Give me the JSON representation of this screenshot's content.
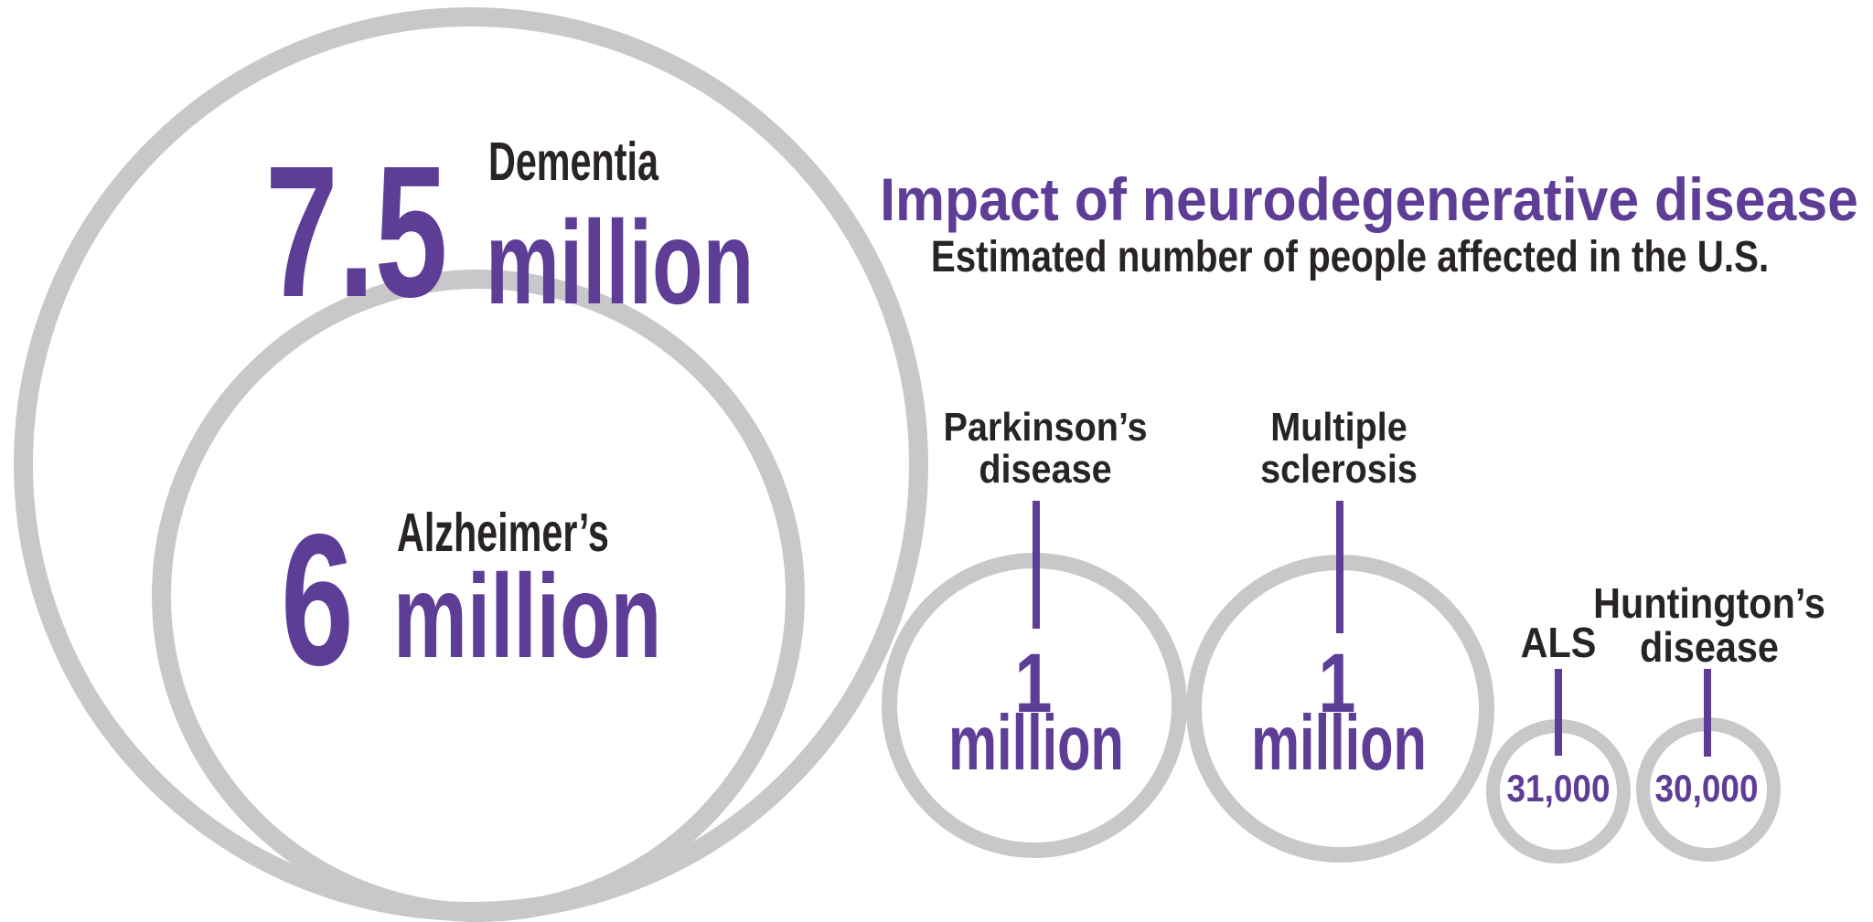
{
  "header": {
    "title": "Impact of neurodegenerative disease",
    "subtitle": "Estimated number of people affected in the U.S."
  },
  "colors": {
    "purple_accent": "#5e3d97",
    "circle_gray": "#c8c8ca",
    "dark_text": "#272327",
    "background": "#ffffff"
  },
  "chart_data": {
    "type": "bubble",
    "title": "Impact of neurodegenerative disease",
    "subtitle": "Estimated number of people affected in the U.S.",
    "layout_hint": "circle area indicates number of people affected; Alzheimer's circle nested inside Dementia circle",
    "items": [
      {
        "id": "dementia",
        "label": "Dementia",
        "value": 7500000,
        "display_number": "7.5",
        "display_unit": "million"
      },
      {
        "id": "alzheimers",
        "label": "Alzheimer’s",
        "value": 6000000,
        "display_number": "6",
        "display_unit": "million",
        "nested_inside": "dementia"
      },
      {
        "id": "parkinsons",
        "label": "Parkinson’s disease",
        "label_lines": [
          "Parkinson’s",
          "disease"
        ],
        "value": 1000000,
        "display_number": "1",
        "display_unit": "million"
      },
      {
        "id": "ms",
        "label": "Multiple sclerosis",
        "label_lines": [
          "Multiple",
          "sclerosis"
        ],
        "value": 1000000,
        "display_number": "1",
        "display_unit": "million"
      },
      {
        "id": "als",
        "label": "ALS",
        "value": 31000,
        "display_number": "31,000"
      },
      {
        "id": "huntingtons",
        "label": "Huntington’s disease",
        "label_lines": [
          "Huntington’s",
          "disease"
        ],
        "value": 30000,
        "display_number": "30,000"
      }
    ]
  }
}
